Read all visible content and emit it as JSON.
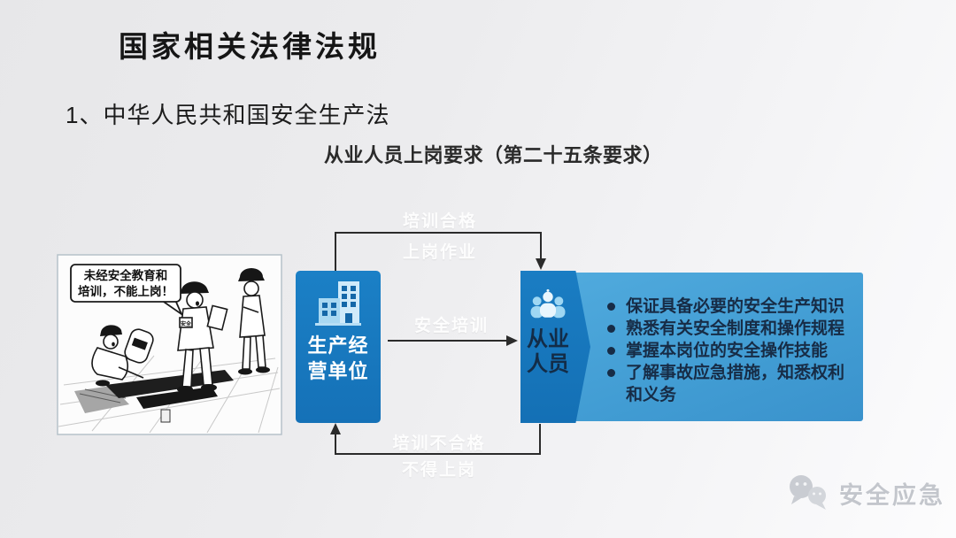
{
  "slide": {
    "title": "国家相关法律法规",
    "heading": "1、中华人民共和国安全生产法",
    "subheading": "从业人员上岗要求（第二十五条要求）"
  },
  "diagram": {
    "left_box": {
      "line1": "生产经",
      "line2": "营单位",
      "icon": "building-icon"
    },
    "right_box": {
      "line1": "从业",
      "line2": "人员",
      "icon": "people-icon"
    },
    "arrow_top": {
      "line1": "培训合格",
      "line2": "上岗作业"
    },
    "arrow_middle": {
      "label": "安全培训"
    },
    "arrow_bottom": {
      "line1": "培训不合格",
      "line2": "不得上岗"
    },
    "requirements": [
      "保证具备必要的安全生产知识",
      "熟悉有关安全制度和操作规程",
      "掌握本岗位的安全操作技能",
      "了解事故应急措施，知悉权利和义务"
    ]
  },
  "cartoon": {
    "bubble_line1": "未经安全教育和",
    "bubble_line2": "培训，不能上岗！",
    "armband": "安全"
  },
  "watermark": {
    "label": "安全应急",
    "icon": "wechat-icon"
  },
  "colors": {
    "title_text": "#161616",
    "box_blue": "#1979c0",
    "panel_blue": "#45a0d7",
    "panel_text": "#172c46",
    "arrow_line": "#2b2b2b",
    "arrow_label": "#ffffff",
    "watermark_gray": "#c3c6cc"
  }
}
